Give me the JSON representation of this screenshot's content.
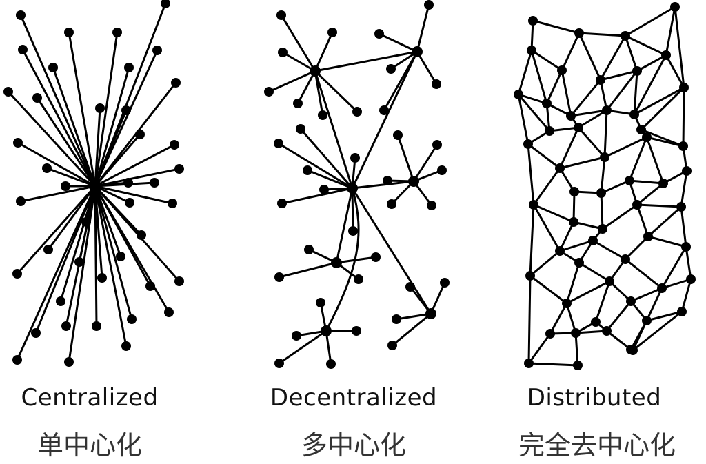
{
  "diagrams": [
    {
      "id": "centralized",
      "label_en": "Centralized",
      "label_zh": "单中心化"
    },
    {
      "id": "decentralized",
      "label_en": "Decentralized",
      "label_zh": "多中心化"
    },
    {
      "id": "distributed",
      "label_en": "Distributed",
      "label_zh": "完全去中心化"
    }
  ]
}
